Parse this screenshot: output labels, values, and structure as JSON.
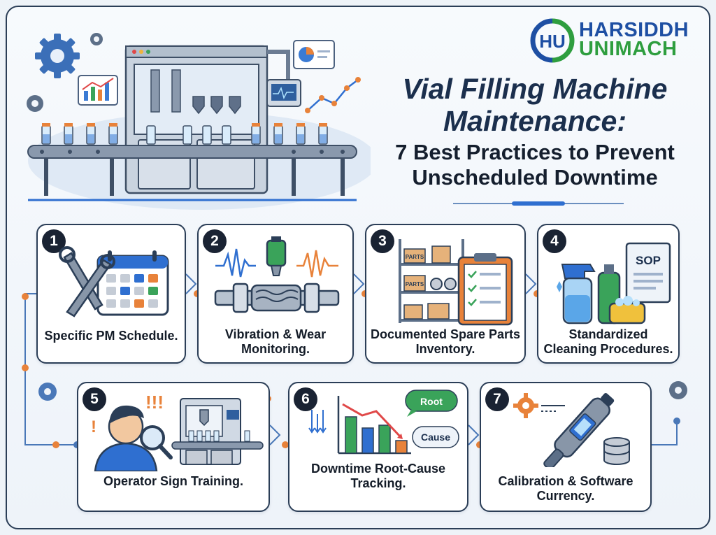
{
  "brand": {
    "line1": "HARSIDDH",
    "line2": "UNIMACH",
    "logo_letters": "HU"
  },
  "title": {
    "main": "Vial Filling Machine Maintenance:",
    "subtitle": "7 Best Practices to Prevent Unscheduled Downtime"
  },
  "steps": [
    {
      "number": "1",
      "label": "Specific PM Schedule.",
      "icon": "wrench-calendar-icon"
    },
    {
      "number": "2",
      "label": "Vibration & Wear Monitoring.",
      "icon": "vibration-sensor-icon"
    },
    {
      "number": "3",
      "label": "Documented Spare Parts Inventory.",
      "icon": "parts-shelf-checklist-icon"
    },
    {
      "number": "4",
      "label": "Standardized Cleaning Procedures.",
      "icon": "cleaning-sop-icon"
    },
    {
      "number": "5",
      "label": "Operator Sign Training.",
      "icon": "operator-inspection-icon"
    },
    {
      "number": "6",
      "label": "Downtime Root-Cause Tracking.",
      "icon": "downtime-chart-icon"
    },
    {
      "number": "7",
      "label": "Calibration & Software Currency.",
      "icon": "calibration-tool-icon"
    }
  ],
  "icon_text": {
    "parts_label": "PARTS",
    "sop_label": "SOP",
    "root_bubble": "Root",
    "cause_bubble": "Cause",
    "alert_marks": "!!!"
  },
  "colors": {
    "navy": "#1b2f4d",
    "brand_blue": "#1e4fa3",
    "brand_green": "#2e9e3f",
    "connector_orange": "#e8823a",
    "connector_blue": "#4a78b8"
  }
}
